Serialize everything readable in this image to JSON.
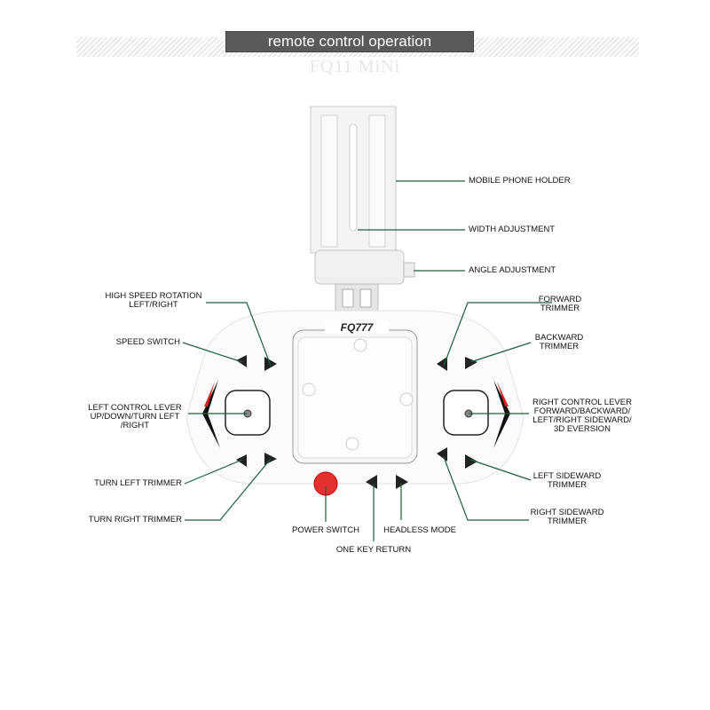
{
  "header": {
    "title": "remote control operation",
    "subtitle": "FQ11 MiNi"
  },
  "device": {
    "brand_label": "FQ777"
  },
  "labels": {
    "phone_holder": "MOBILE PHONE HOLDER",
    "width_adjustment": "WIDTH ADJUSTMENT",
    "angle_adjustment": "ANGLE ADJUSTMENT",
    "high_speed_1": "HIGH SPEED ROTATION",
    "high_speed_2": "LEFT/RIGHT",
    "speed_switch": "SPEED SWITCH",
    "left_lever_1": "LEFT CONTROL LEVER",
    "left_lever_2": "UP/DOWN/TURN LEFT",
    "left_lever_3": "/RIGHT",
    "turn_left_trimmer": "TURN LEFT TRIMMER",
    "turn_right_trimmer": "TURN RIGHT TRIMMER",
    "power_switch": "POWER SWITCH",
    "one_key_return": "ONE KEY RETURN",
    "headless_mode": "HEADLESS MODE",
    "forward_1": "FORWARD",
    "forward_2": "TRIMMER",
    "backward_1": "BACKWARD",
    "backward_2": "TRIMMER",
    "right_lever_1": "RIGHT CONTROL LEVER",
    "right_lever_2": "FORWARD/BACKWARD/",
    "right_lever_3": "LEFT/RIGHT SIDEWARD/",
    "right_lever_4": "3D EVERSION",
    "left_sideward_1": "LEFT SIDEWARD",
    "left_sideward_2": "TRIMMER",
    "right_sideward_1": "RIGHT SIDEWARD",
    "right_sideward_2": "TRIMMER"
  },
  "colors": {
    "leader": "#1e5e3e",
    "power": "#e53030",
    "accent_red": "#e02020"
  }
}
